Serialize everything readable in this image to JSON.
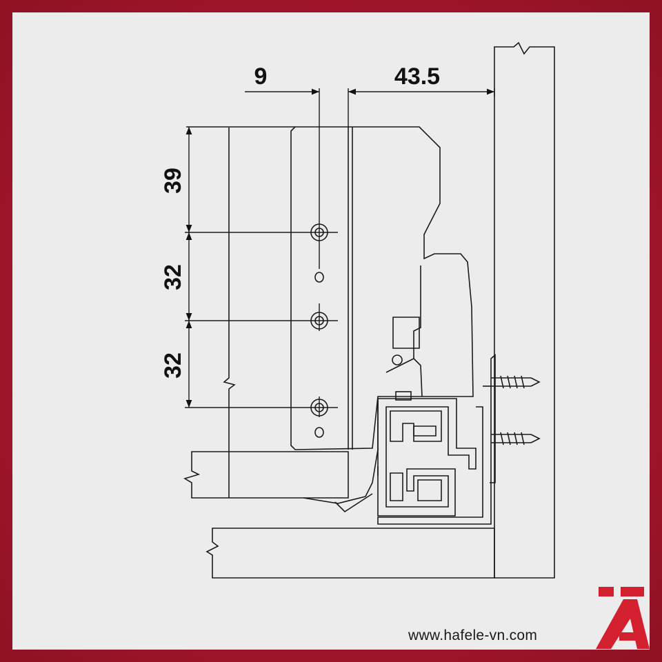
{
  "dimensions": {
    "top_left": "9",
    "top_right": "43.5",
    "vertical_1": "39",
    "vertical_2": "32",
    "vertical_3": "32"
  },
  "footer": {
    "url": "www.hafele-vn.com"
  },
  "colors": {
    "background": "#ececec",
    "frame": "#a3162a",
    "line": "#1a1a1a",
    "logo": "#d2202f"
  },
  "logo_icon": "hafele-logo-icon"
}
